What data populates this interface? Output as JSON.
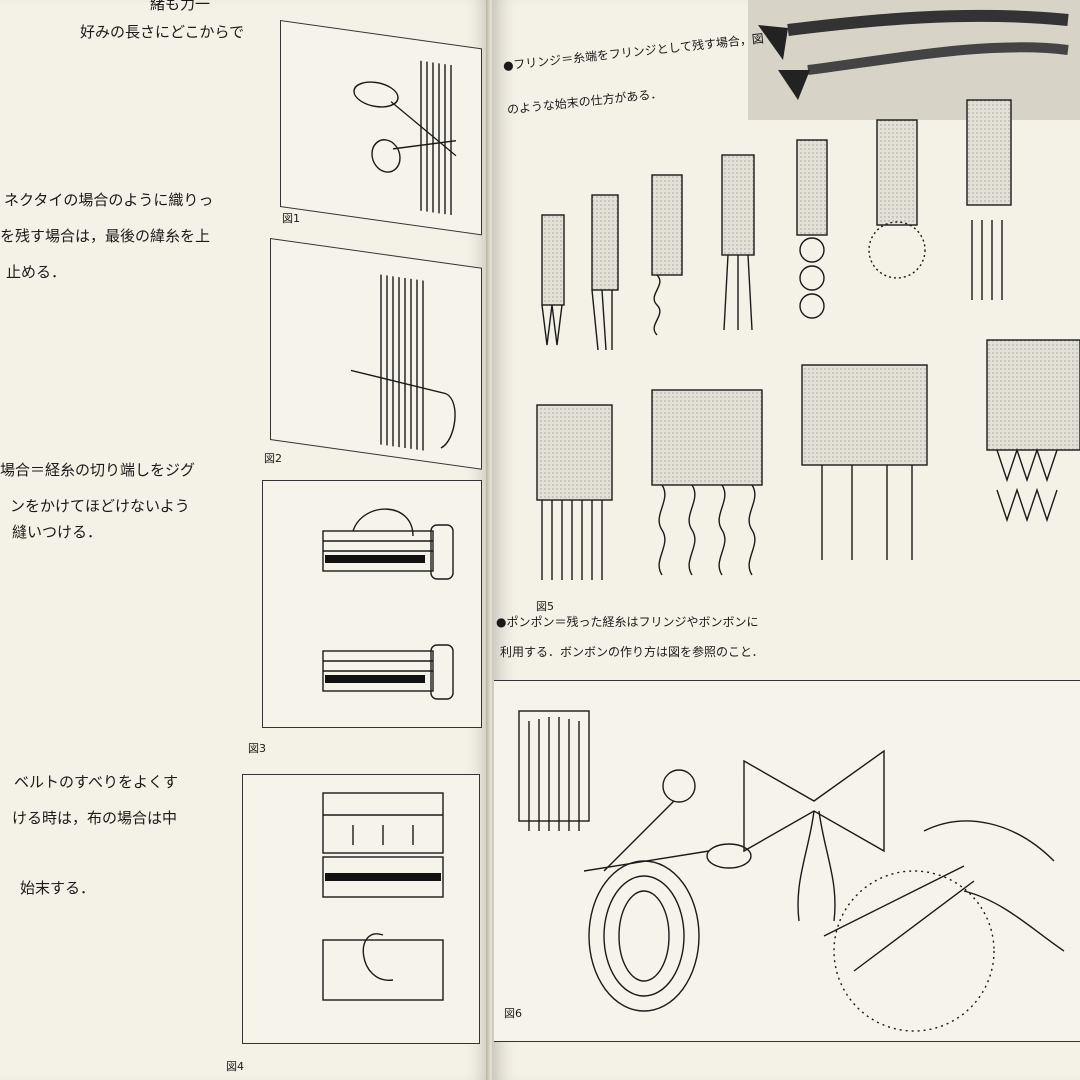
{
  "left_page": {
    "text_blocks": [
      {
        "lines": [
          "緒も力一",
          "好みの長さにどこからで"
        ]
      },
      {
        "lines": [
          "ネクタイの場合のように織りっ",
          "を残す場合は，最後の緯糸を上",
          "止める．"
        ]
      },
      {
        "lines": [
          "場合＝経糸の切り端しをジグ",
          "ンをかけてほどけないよう",
          "縫いつける．"
        ]
      },
      {
        "lines": [
          "ベルトのすべりをよくす",
          "ける時は，布の場合は中",
          "始末する．"
        ]
      }
    ],
    "figure_captions": [
      "図1",
      "図2",
      "図3",
      "図4"
    ]
  },
  "right_page": {
    "paragraph_fringe": [
      "●フリンジ＝糸端をフリンジとして残す場合，図",
      "のような始末の仕方がある．"
    ],
    "caption_fig5": "図5",
    "paragraph_pompon": [
      "●ポンポン＝残った経糸はフリンジやボンボンに",
      "利用する．ボンボンの作り方は図を参照のこと．"
    ],
    "caption_fig6": "図6"
  }
}
